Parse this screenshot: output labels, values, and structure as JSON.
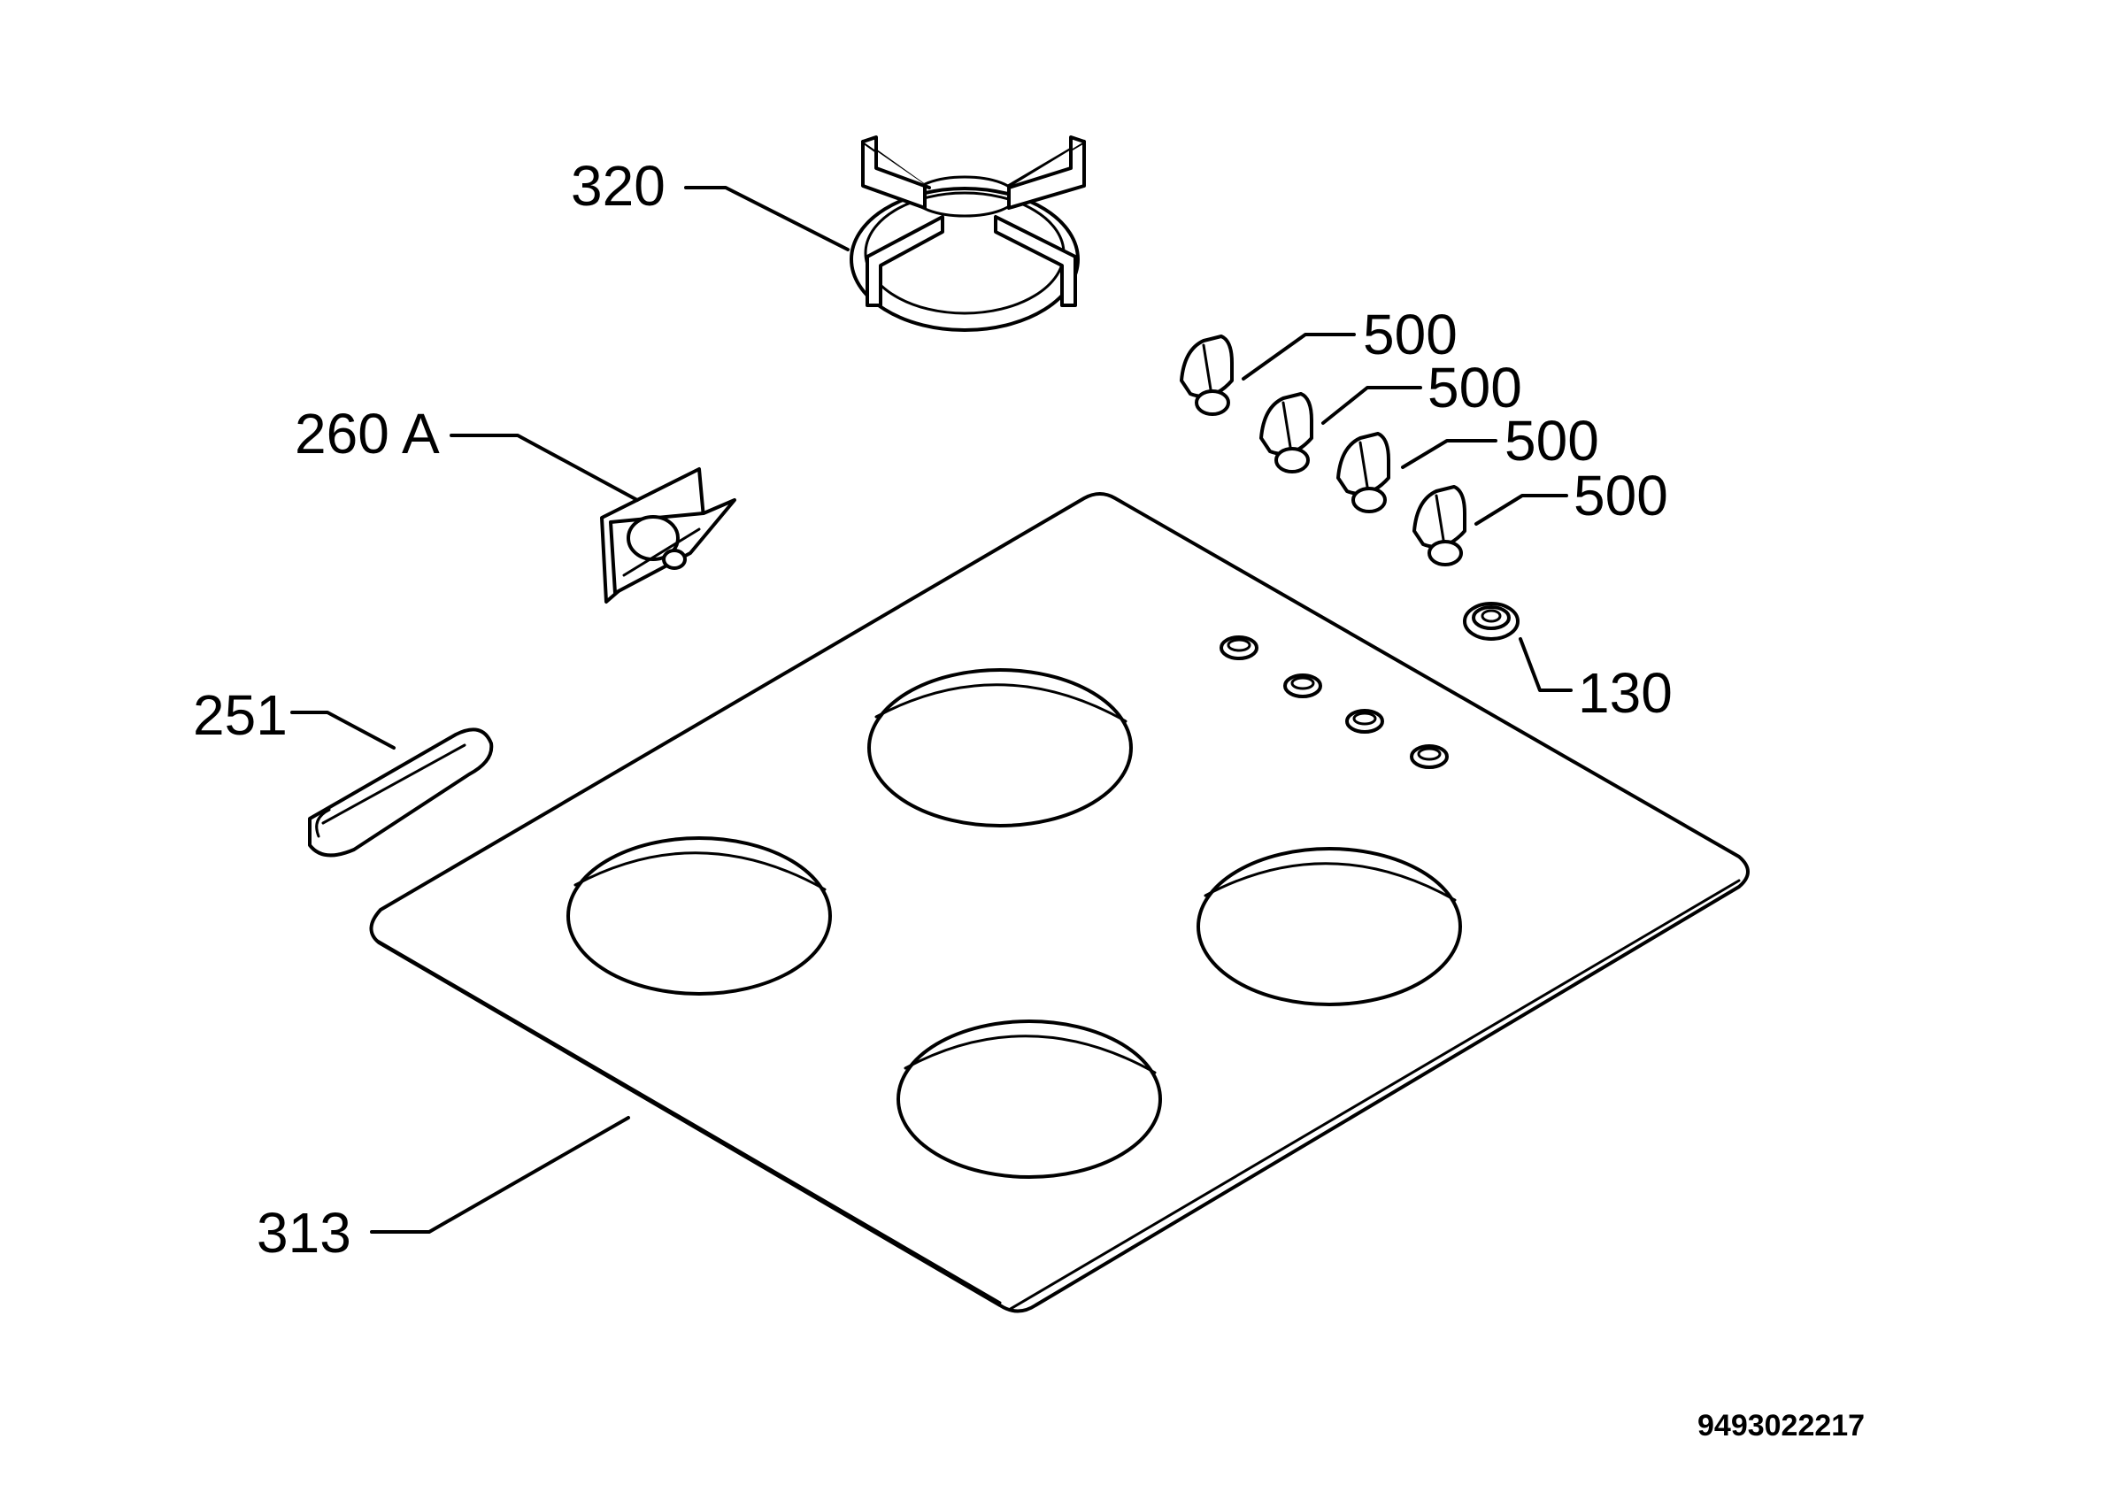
{
  "diagram": {
    "callouts": [
      {
        "id": "grate",
        "label": "320"
      },
      {
        "id": "bracket",
        "label": "260 A"
      },
      {
        "id": "clip",
        "label": "251"
      },
      {
        "id": "hob",
        "label": "313"
      },
      {
        "id": "knob1",
        "label": "500"
      },
      {
        "id": "knob2",
        "label": "500"
      },
      {
        "id": "knob3",
        "label": "500"
      },
      {
        "id": "knob4",
        "label": "500"
      },
      {
        "id": "grommet",
        "label": "130"
      }
    ],
    "drawing_number": "9493022217"
  }
}
